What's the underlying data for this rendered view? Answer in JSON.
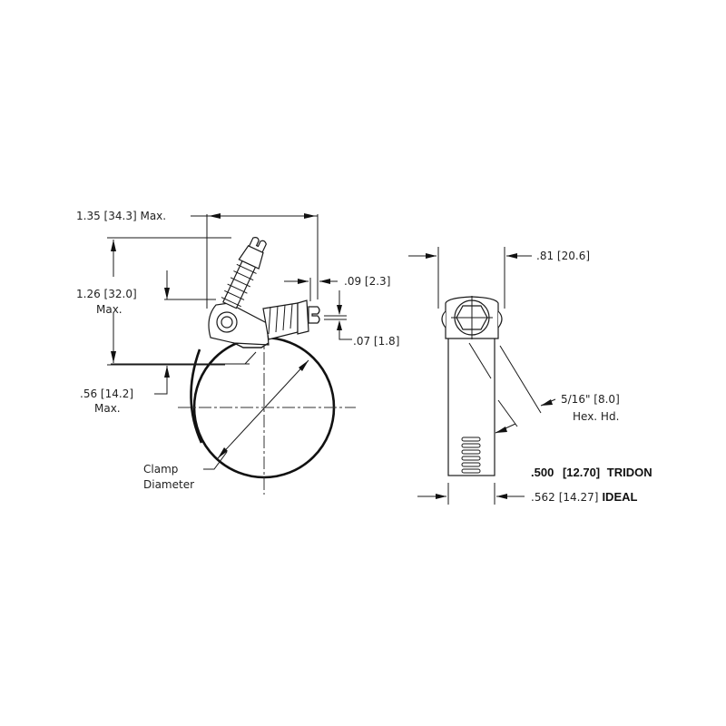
{
  "drawing": {
    "title": "Hose clamp dimensional drawing",
    "colors": {
      "background": "#ffffff",
      "line": "#1a1a1a"
    }
  },
  "side_view": {
    "overall_width": {
      "inch": "1.35",
      "mm": "[34.3]",
      "suffix": "Max."
    },
    "overall_height": {
      "inch": "1.26",
      "mm": "[32.0]",
      "suffix": "Max."
    },
    "housing_offset": {
      "inch": ".56",
      "mm": "[14.2]",
      "suffix": "Max."
    },
    "screw_projection": {
      "inch": ".09",
      "mm": "[2.3]"
    },
    "screw_gap": {
      "inch": ".07",
      "mm": "[1.8]"
    },
    "diameter_label_line1": "Clamp",
    "diameter_label_line2": "Diameter"
  },
  "end_view": {
    "housing_width": {
      "inch": ".81",
      "mm": "[20.6]"
    },
    "hex_head": {
      "inch": "5/16\"",
      "mm": "[8.0]",
      "line2": "Hex. Hd."
    },
    "band_width_tridon": {
      "inch": ".500",
      "mm": "[12.70]",
      "brand": "TRIDON"
    },
    "band_width_ideal": {
      "inch": ".562",
      "mm": "[14.27]",
      "brand": "IDEAL"
    }
  }
}
